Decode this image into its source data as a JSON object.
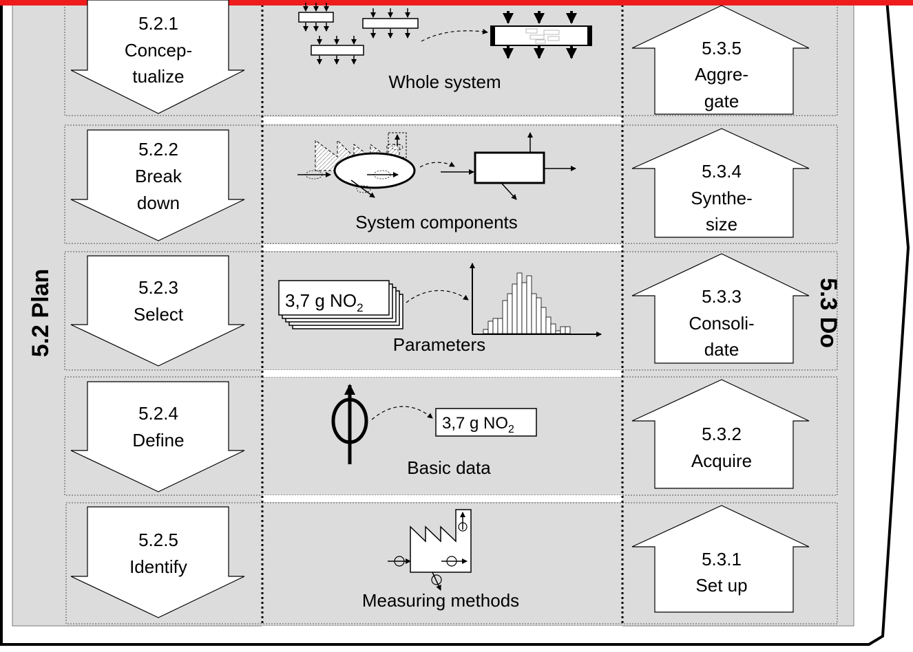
{
  "top_bar_color": "#ee1c1c",
  "panel_color": "#dcdcdc",
  "side_labels": {
    "plan": "5.2 Plan",
    "do": "5.3 Do"
  },
  "rows": [
    {
      "plan": [
        "5.2.1",
        "Concep-",
        "tualize"
      ],
      "caption": "Whole system",
      "do": [
        "5.3.5",
        "Aggre-",
        "gate"
      ]
    },
    {
      "plan": [
        "5.2.2",
        "Break",
        "down"
      ],
      "caption": "System components",
      "do": [
        "5.3.4",
        "Synthe-",
        "size"
      ]
    },
    {
      "plan": [
        "5.2.3",
        "Select"
      ],
      "caption": "Parameters",
      "do": [
        "5.3.3",
        "Consoli-",
        "date"
      ]
    },
    {
      "plan": [
        "5.2.4",
        "Define"
      ],
      "caption": "Basic data",
      "do": [
        "5.3.2",
        "Acquire"
      ]
    },
    {
      "plan": [
        "5.2.5",
        "Identify"
      ],
      "caption": "Measuring methods",
      "do": [
        "5.3.1",
        "Set up"
      ]
    }
  ],
  "value_labels": {
    "parameter_card": {
      "main": "3,7 g NO",
      "sub": "2"
    },
    "basic_data_box": {
      "main": "3,7 g NO",
      "sub": "2"
    }
  },
  "icons": [
    "whole-system-icon",
    "system-components-icon",
    "histogram-icon",
    "measuring-point-icon",
    "factory-icon"
  ]
}
